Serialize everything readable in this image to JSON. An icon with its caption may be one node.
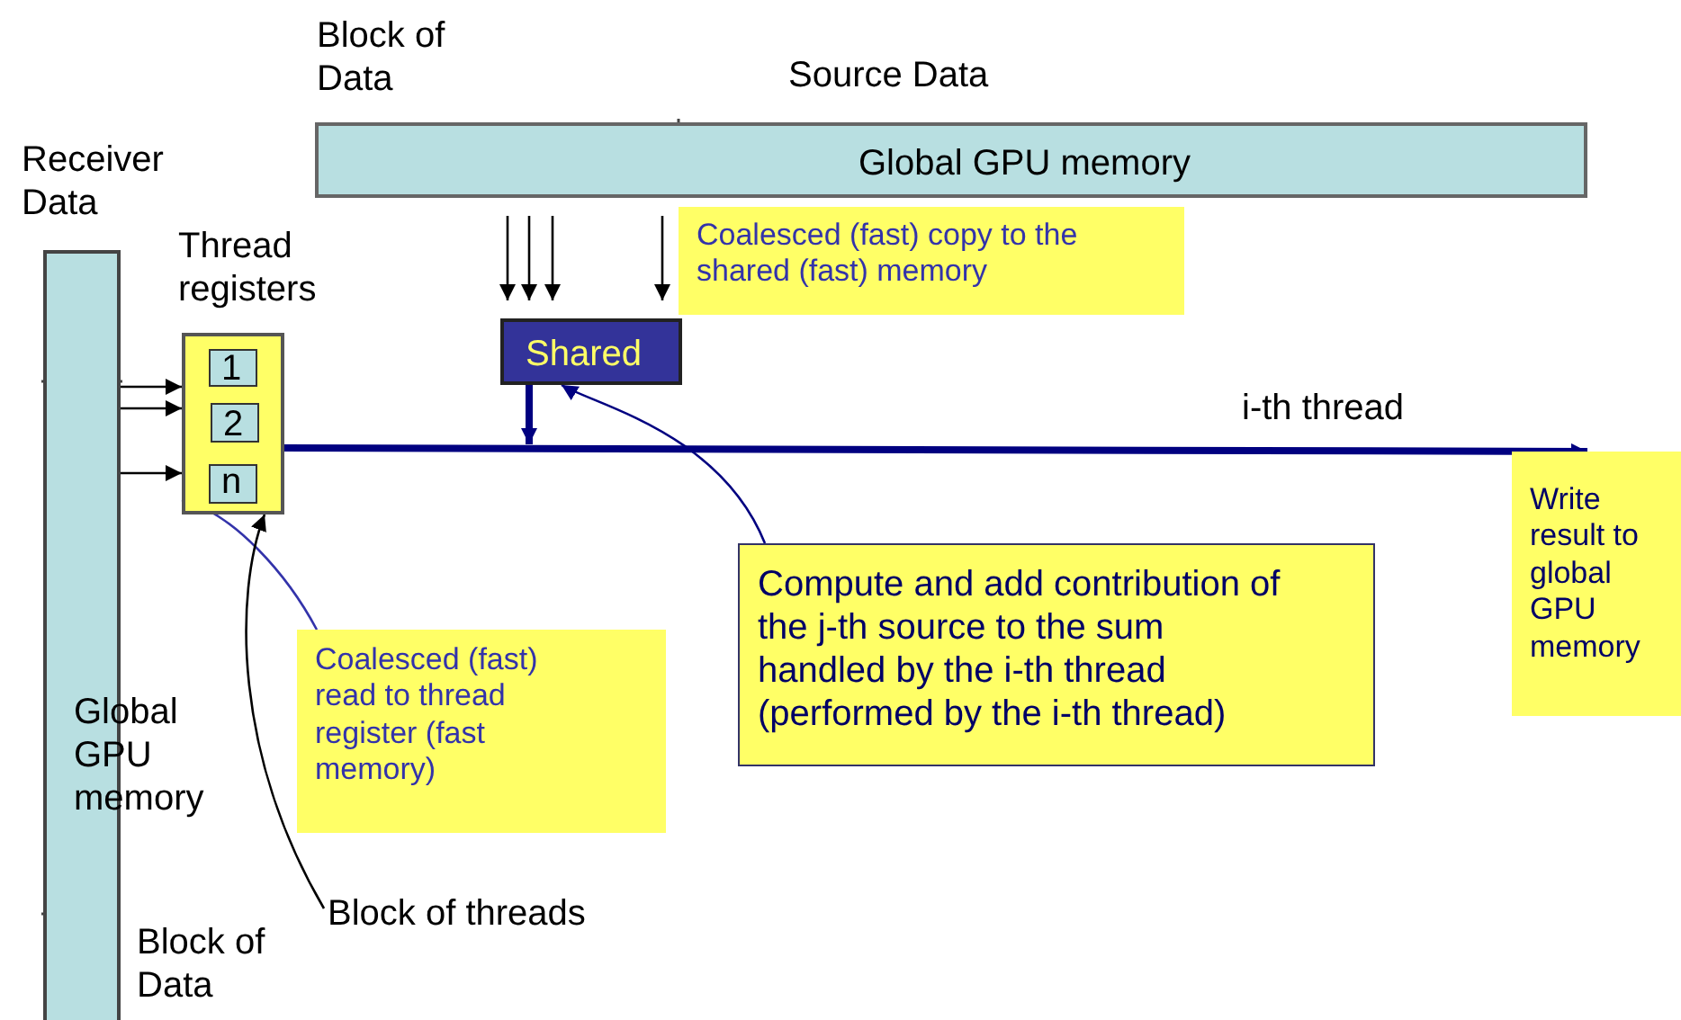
{
  "diagram": {
    "nodes": [
      {
        "text": [
          "Global GPU memory"
        ]
      },
      {
        "text": [
          "Coalesced (fast) copy to the shared (fast) memory"
        ]
      },
      {
        "text": [
          "Shared"
        ]
      },
      {
        "text": [
          "Global GPU memory"
        ]
      },
      {
        "text": [
          "Thread registers"
        ]
      },
      {
        "text": [
          "1"
        ],
        "in": 4
      },
      {
        "text": [
          "2"
        ],
        "in": 4
      },
      {
        "text": [
          "n"
        ],
        "in": 4
      },
      {
        "text": [
          "Compute and add contribution of the j-th source to the sum handled by the i-th thread (performed by the i-th thread)"
        ]
      },
      {
        "text": [
          "Coalesced (fast) read to thread register (fast memory)"
        ]
      },
      {
        "text": [
          "Block of threads"
        ]
      },
      {
        "text": [
          "Write result to global GPU memory"
        ]
      }
    ],
    "edges": [
      {
        "from": 0,
        "to": 2,
        "arrow": "to"
      },
      {
        "from": 0,
        "to": 2,
        "arrow": "to"
      },
      {
        "from": 0,
        "to": 2,
        "arrow": "to"
      },
      {
        "from": 0,
        "to": 2,
        "arrow": "to"
      },
      {
        "from": 3,
        "to": 4,
        "arrow": "to"
      },
      {
        "from": 3,
        "to": 4,
        "arrow": "to"
      },
      {
        "from": 3,
        "to": 4,
        "arrow": "to"
      },
      {
        "from": 2,
        "to": null,
        "arrow": "to",
        "style": "thick",
        "color": "#000080"
      },
      {
        "from": 4,
        "to": 11,
        "arrow": "to",
        "label": "i-th thread",
        "style": "thick",
        "color": "#000080"
      },
      {
        "from": 8,
        "to": 2,
        "arrow": "to",
        "color": "#000080"
      },
      {
        "from": 9,
        "to": 4,
        "arrow": "to",
        "color": "#3333aa"
      },
      {
        "from": 10,
        "to": 4,
        "arrow": "to"
      }
    ],
    "labels": [
      "Block of Data",
      "Source Data",
      "Receiver Data",
      "Block of Data"
    ]
  }
}
